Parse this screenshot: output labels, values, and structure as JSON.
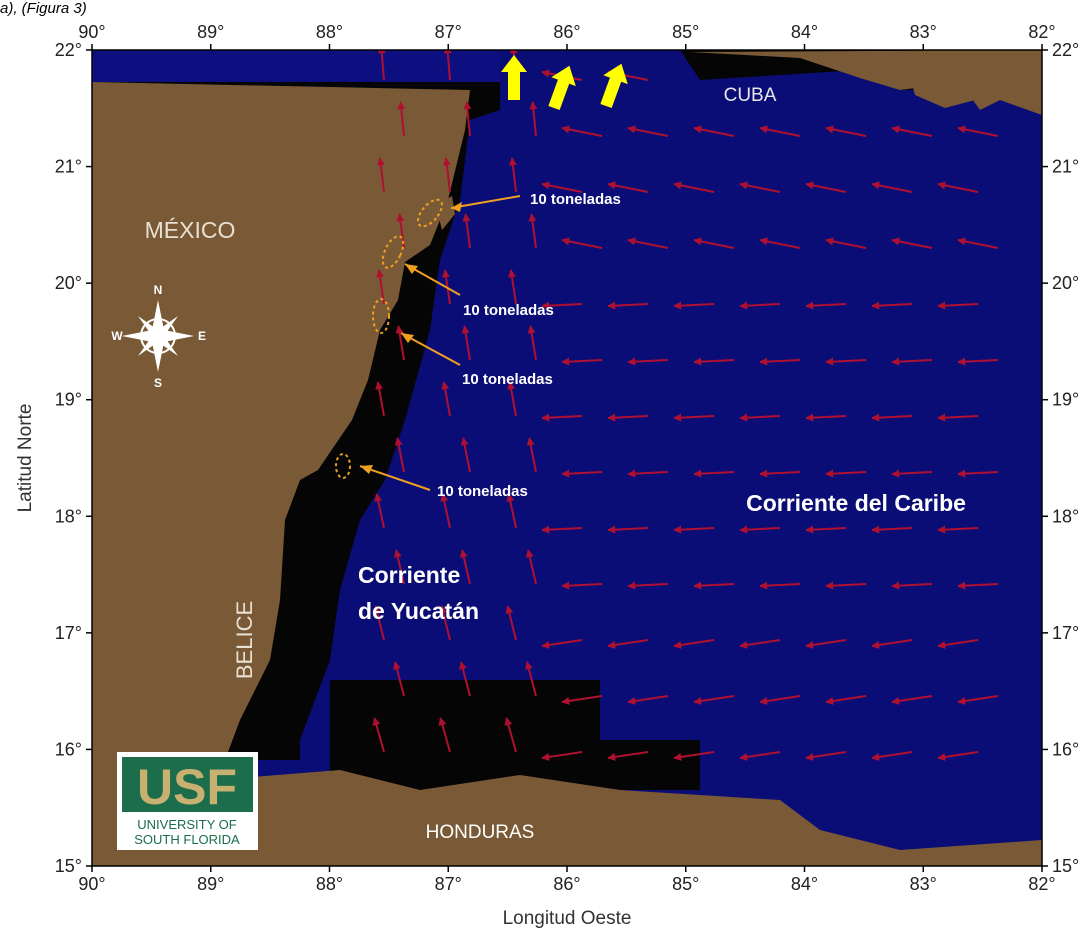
{
  "caption_fragment": "a), (Figura 3)",
  "axes": {
    "x_label": "Longitud Oeste",
    "y_label": "Latitud Norte",
    "x_ticks": [
      "90°",
      "89°",
      "88°",
      "87°",
      "86°",
      "85°",
      "84°",
      "83°",
      "82°"
    ],
    "y_ticks": [
      "15°",
      "16°",
      "17°",
      "18°",
      "19°",
      "20°",
      "21°",
      "22°"
    ],
    "x_range": [
      -90,
      -82
    ],
    "y_range": [
      15,
      22
    ]
  },
  "places": {
    "mexico": "MÉXICO",
    "cuba": "CUBA",
    "belice": "BELICE",
    "honduras": "HONDURAS"
  },
  "currents": {
    "caribe": "Corriente del Caribe",
    "yucatan_line1": "Corriente",
    "yucatan_line2": "de Yucatán"
  },
  "annotations": [
    {
      "label": "10  toneladas",
      "lon": -87.05,
      "lat": 20.5
    },
    {
      "label": "10 toneladas",
      "lon": -87.3,
      "lat": 20.1
    },
    {
      "label": "10 toneladas",
      "lon": -87.3,
      "lat": 19.55
    },
    {
      "label": "10  toneladas",
      "lon": -87.82,
      "lat": 18.25
    }
  ],
  "compass": {
    "n": "N",
    "s": "S",
    "e": "E",
    "w": "W"
  },
  "logo": {
    "main": "USF",
    "line1": "UNIVERSITY OF",
    "line2": "SOUTH FLORIDA"
  },
  "colors": {
    "sea": "#0b0d76",
    "land": "#7a5a36",
    "coast_dark": "#050505",
    "current_arrow": "#b01030",
    "outflow_arrow": "#ffff00",
    "annotation_line": "#f0a020",
    "logo_green": "#1c6d4b",
    "logo_gold": "#c8b070"
  }
}
